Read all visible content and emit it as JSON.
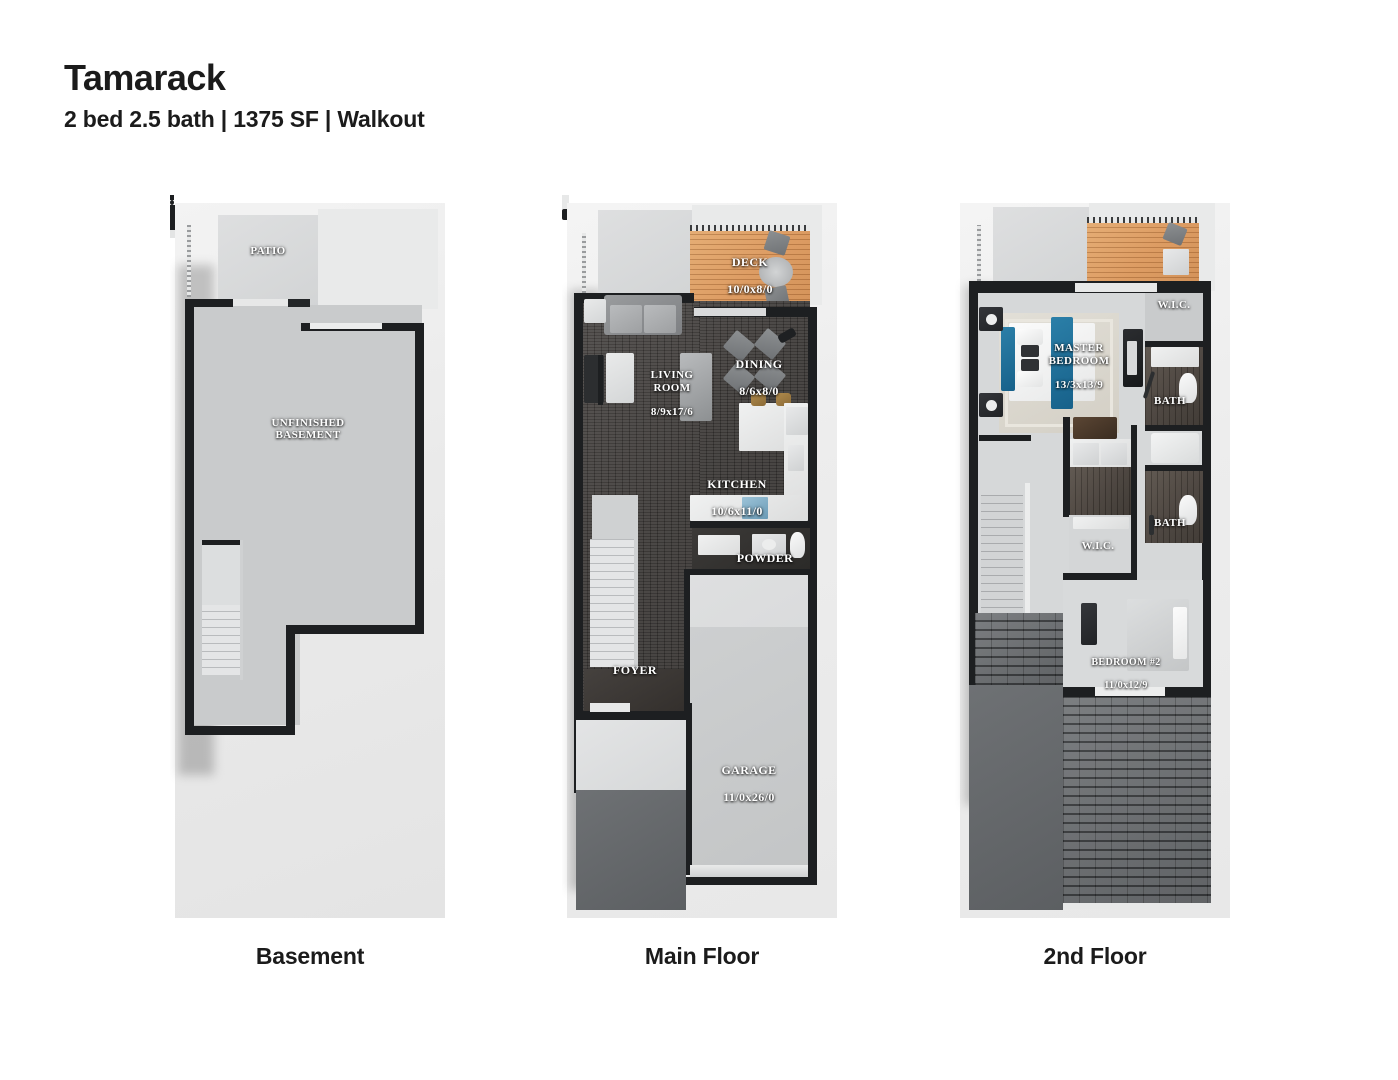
{
  "header": {
    "title": "Tamarack",
    "subtitle": "2 bed 2.5 bath | 1375 SF | Walkout"
  },
  "colors": {
    "background": "#ffffff",
    "text": "#1b1b1b",
    "wall": "#1d1f21",
    "slab": "#c9cbcc",
    "deck_wood": "#d9955a",
    "dark_floor": "#3b3836",
    "accent_bed": "#1f6f98",
    "shingle": "#5a5d60"
  },
  "plans": [
    {
      "id": "basement",
      "caption": "Basement",
      "rooms": [
        {
          "name": "PATIO",
          "label": "PATIO",
          "dimensions": ""
        },
        {
          "name": "UNFINISHED BASEMENT",
          "label": "UNFINISHED\nBASEMENT",
          "dimensions": ""
        }
      ]
    },
    {
      "id": "main-floor",
      "caption": "Main Floor",
      "rooms": [
        {
          "name": "DECK",
          "label": "DECK",
          "dimensions": "10/0x8/0"
        },
        {
          "name": "DINING",
          "label": "DINING",
          "dimensions": "8/6x8/0"
        },
        {
          "name": "LIVING ROOM",
          "label": "LIVING\nROOM",
          "dimensions": "8/9x17/6"
        },
        {
          "name": "KITCHEN",
          "label": "KITCHEN",
          "dimensions": "10/6x11/0"
        },
        {
          "name": "POWDER",
          "label": "POWDER",
          "dimensions": ""
        },
        {
          "name": "FOYER",
          "label": "FOYER",
          "dimensions": ""
        },
        {
          "name": "GARAGE",
          "label": "GARAGE",
          "dimensions": "11/0x26/0"
        }
      ]
    },
    {
      "id": "second-floor",
      "caption": "2nd Floor",
      "rooms": [
        {
          "name": "W.I.C. UPPER",
          "label": "W.I.C.",
          "dimensions": ""
        },
        {
          "name": "MASTER BEDROOM",
          "label": "MASTER\nBEDROOM",
          "dimensions": "13/3x13/9"
        },
        {
          "name": "BATH UPPER",
          "label": "BATH",
          "dimensions": ""
        },
        {
          "name": "BATH LOWER",
          "label": "BATH",
          "dimensions": ""
        },
        {
          "name": "W.I.C. LOWER",
          "label": "W.I.C.",
          "dimensions": ""
        },
        {
          "name": "BEDROOM #2",
          "label": "BEDROOM #2",
          "dimensions": "11/0x12/9"
        }
      ]
    }
  ]
}
